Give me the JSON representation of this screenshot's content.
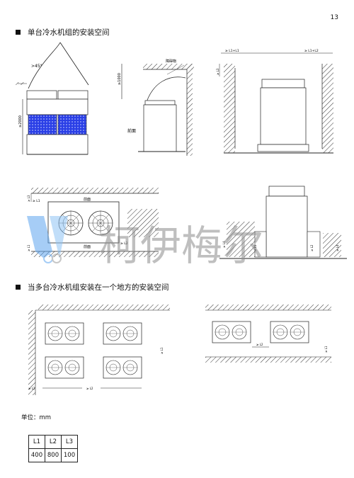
{
  "page_number": "13",
  "section1": {
    "title": "单台冷水机组的安装空间"
  },
  "section2": {
    "title": "当多台冷水机组安装在一个地方的安装空间"
  },
  "diagram_labels": {
    "angle": ">45°",
    "ge1000": "≥1000",
    "ge2000": "≥2000",
    "front": "前面",
    "obstacle": "障碍物",
    "ge_l1_l1": "≥ L1+L1",
    "ge_l1_l2": "≥ L1+L2",
    "ge_l3": "≥ L3",
    "ge_l1": "≥ L1",
    "ge_l2": "≥ L2",
    "ge_l4": "≥ L4",
    "ge_l4b": "≥ L4",
    "front_small": "前面",
    "watermark_text": "柯伊梅尔"
  },
  "units": {
    "label": "单位：mm"
  },
  "l_table": {
    "headers": [
      "L1",
      "L2",
      "L3"
    ],
    "values": [
      "400",
      "800",
      "100"
    ]
  },
  "colors": {
    "unit_grid": "#2a3fe6",
    "watermark_blue": "#5fa6ef",
    "watermark_gray": "#9a9a9a"
  }
}
